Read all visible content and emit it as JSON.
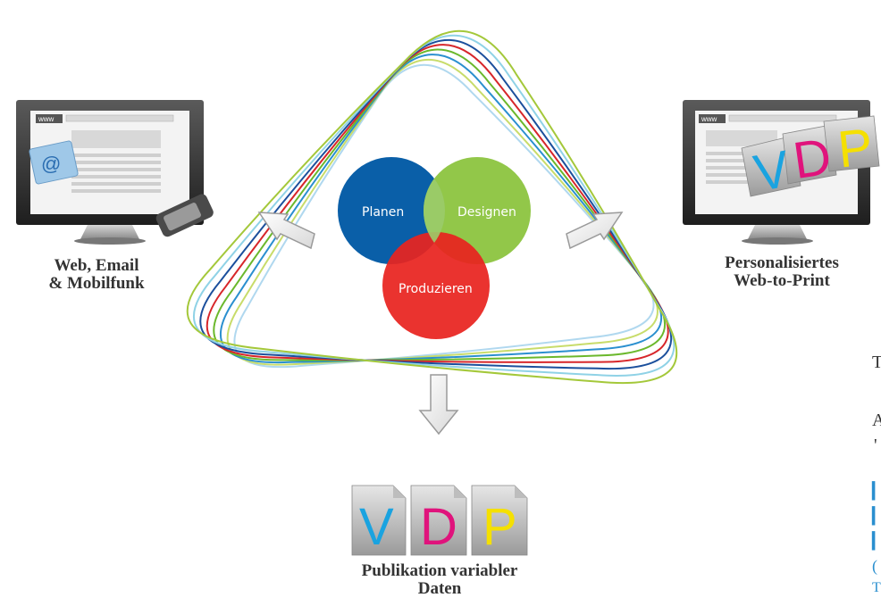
{
  "venn": {
    "planen": "Planen",
    "designen": "Designen",
    "produzieren": "Produzieren",
    "colors": {
      "planen": "#0a5fa8",
      "designen": "#8cc43f",
      "produzieren": "#e8231f"
    }
  },
  "nodes": {
    "left": {
      "label_line1": "Web, Email",
      "label_line2": "& Mobilfunk",
      "screen_url": "www",
      "email_icon": "@"
    },
    "right": {
      "label_line1": "Personalisiertes",
      "label_line2": "Web-to-Print",
      "screen_url": "www"
    },
    "bottom": {
      "label_line1": "Publikation variabler",
      "label_line2": "Daten"
    }
  },
  "vdp": {
    "letters": [
      "V",
      "D",
      "P"
    ],
    "colors": [
      "#1aa3e0",
      "#e0137c",
      "#f5e000"
    ]
  },
  "loop_colors": [
    "#b0d8ef",
    "#c8dc6a",
    "#2a8fcf",
    "#6bb82c",
    "#d7262a",
    "#1b4f9c",
    "#8fd2e6",
    "#a4c83a"
  ],
  "edge_marks": [
    "T",
    "A",
    "'"
  ],
  "edge_bars": [
    "▎",
    "▎",
    "▎",
    "(",
    "T"
  ]
}
